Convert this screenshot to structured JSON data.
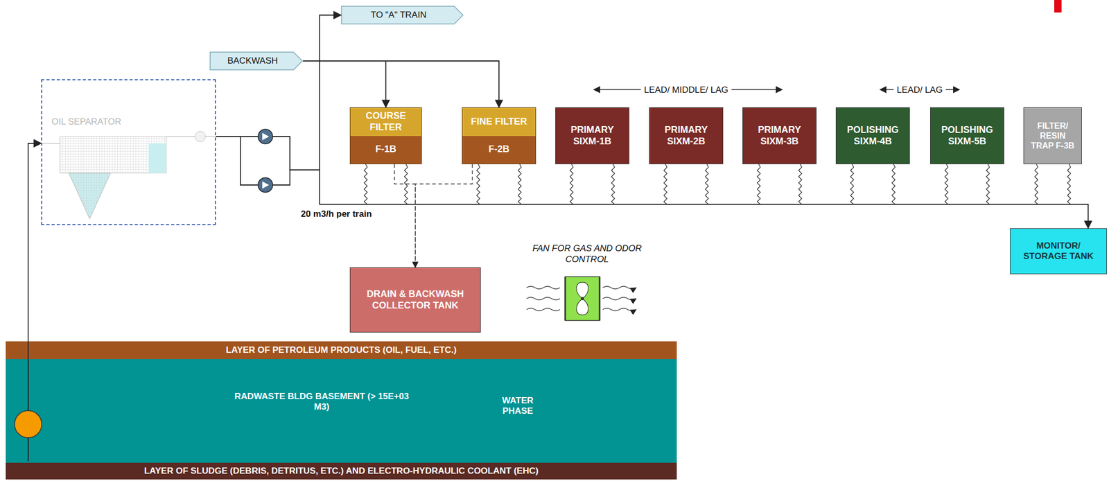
{
  "diagram": {
    "nodes": [
      {
        "text": [
          "TO \"A\" TRAIN"
        ]
      },
      {
        "text": [
          "BACKWASH"
        ]
      },
      {
        "text": [
          "OIL SEPARATOR"
        ]
      },
      {
        "text": [
          "COURSE FILTER",
          "F-1B"
        ]
      },
      {
        "text": [
          "FINE FILTER",
          "F-2B"
        ]
      },
      {
        "text": [
          "PRIMARY SIXM-1B"
        ]
      },
      {
        "text": [
          "PRIMARY SIXM-2B"
        ]
      },
      {
        "text": [
          "PRIMARY SIXM-3B"
        ]
      },
      {
        "text": [
          "POLISHING SIXM-4B"
        ]
      },
      {
        "text": [
          "POLISHING SIXM-5B"
        ]
      },
      {
        "text": [
          "FILTER/ RESIN TRAP F-3B"
        ]
      },
      {
        "text": [
          "MONITOR/ STORAGE TANK"
        ]
      },
      {
        "text": [
          "DRAIN & BACKWASH COLLECTOR TANK"
        ]
      },
      {
        "text": [
          "LAYER OF PETROLEUM PRODUCTS (OIL, FUEL, ETC.)"
        ]
      },
      {
        "text": [
          "RADWASTE BLDG BASEMENT (> 15E+03 M3)",
          "WATER PHASE"
        ]
      },
      {
        "text": [
          "LAYER OF SLUDGE (DEBRIS, DETRITUS, ETC.) AND ELECTRO-HYDRAULIC COOLANT (EHC)"
        ]
      }
    ],
    "edges": [
      {
        "from": 14,
        "to": 2,
        "arrow": "to"
      },
      {
        "from": 2,
        "to": 0,
        "arrow": "to"
      },
      {
        "from": 2,
        "to": 11,
        "arrow": "to"
      },
      {
        "from": 1,
        "to": 3,
        "arrow": "to"
      },
      {
        "from": 1,
        "to": 4,
        "arrow": "to"
      },
      {
        "from": 3,
        "to": 12,
        "arrow": "to"
      },
      {
        "from": 4,
        "to": 12,
        "arrow": "to"
      }
    ],
    "labels": [
      "LEAD/ MIDDLE/ LAG",
      "LEAD/ LAG",
      "20 m3/h per train",
      "FAN FOR GAS AND ODOR CONTROL"
    ]
  }
}
